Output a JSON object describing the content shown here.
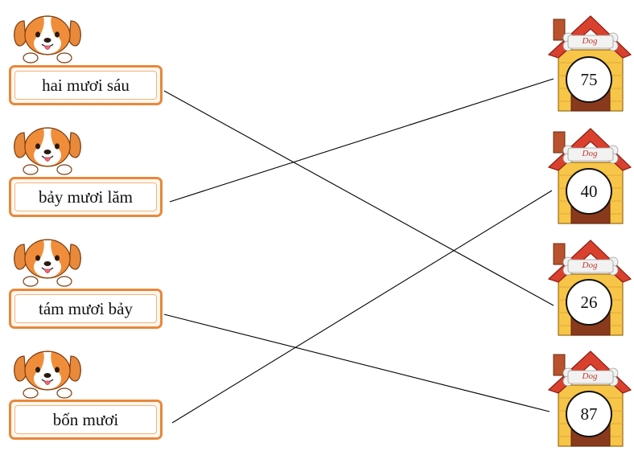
{
  "left_items": [
    {
      "label": "hai mươi sáu"
    },
    {
      "label": "bảy mươi lăm"
    },
    {
      "label": "tám mươi bảy"
    },
    {
      "label": "bốn mươi"
    }
  ],
  "right_items": [
    {
      "number": "75"
    },
    {
      "number": "40"
    },
    {
      "number": "26"
    },
    {
      "number": "87"
    }
  ],
  "house_sign_text": "Dog",
  "connections": [
    {
      "from": 0,
      "to": 2
    },
    {
      "from": 1,
      "to": 0
    },
    {
      "from": 2,
      "to": 3
    },
    {
      "from": 3,
      "to": 1
    }
  ],
  "colors": {
    "box_border": "#e8883a",
    "dog_orange": "#e8893b",
    "roof_red": "#d9412e",
    "house_yellow": "#f7c548",
    "line": "#000000"
  }
}
